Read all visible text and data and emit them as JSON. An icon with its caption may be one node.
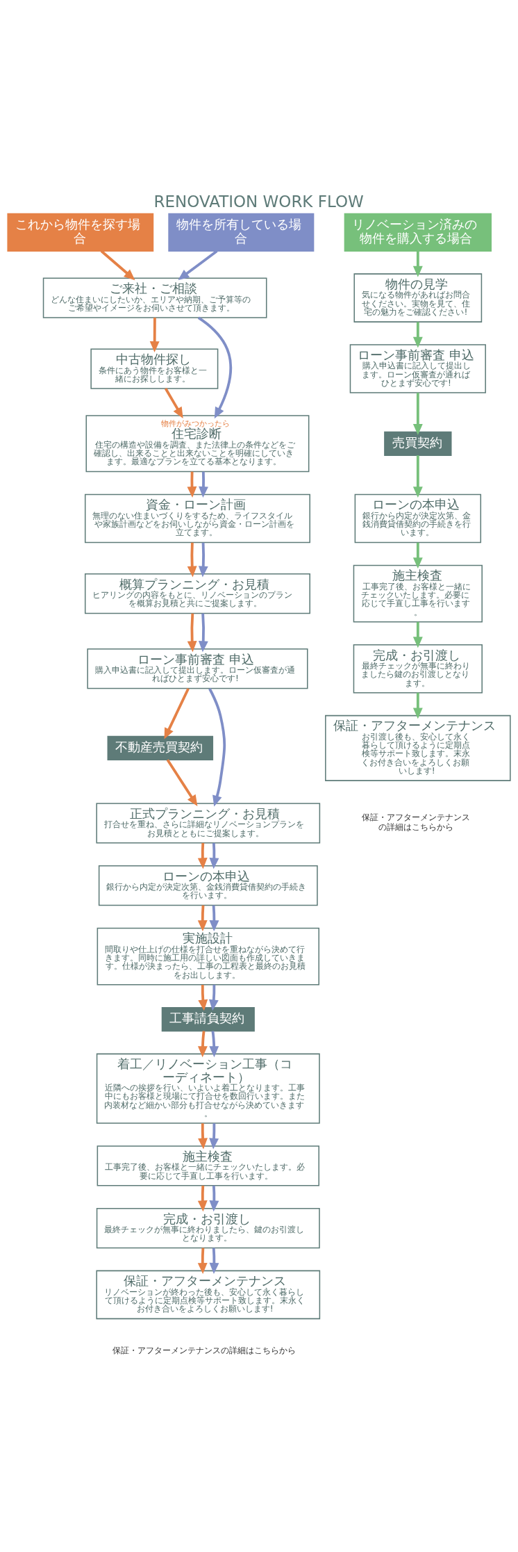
{
  "diagram": {
    "title": "RENOVATION WORK FLOW",
    "nodes": [
      {
        "text": [
          "これから物件を探す場合"
        ]
      },
      {
        "text": [
          "物件を所有している場合"
        ]
      },
      {
        "text": [
          "リノベーション済みの物件を購入する場合"
        ]
      },
      {
        "text": [
          "ご来社・ご相談",
          "どんな住まいにしたいか、エリアや納期、ご予算等のご希望やイメージをお伺いさせて頂きます。"
        ]
      },
      {
        "text": [
          "中古物件探し",
          "条件にあう物件をお客様と一緒にお探しします。"
        ]
      },
      {
        "text": [
          "物件がみつかったら",
          "住宅診断",
          "住宅の構造や設備を調査、また法律上の条件などをご確認し、出来ることと出来ないことを明確にしていきます。最適なプランを立てる基本となります。"
        ]
      },
      {
        "text": [
          "資金・ローン計画",
          "無理のない住まいづくりをするため、ライフスタイルや家族計画などをお伺いしながら資金・ローン計画を立てます。"
        ]
      },
      {
        "text": [
          "概算プランニング・お見積",
          "ヒアリングの内容をもとに、リノベーションのプランを概算お見積と共にご提案します。"
        ]
      },
      {
        "text": [
          "ローン事前審査 申込",
          "購入申込書に記入して提出します。ローン仮審査が通ればひとまず安心です!"
        ]
      },
      {
        "text": [
          "不動産売買契約"
        ]
      },
      {
        "text": [
          "正式プランニング・お見積",
          "打合せを重ね、さらに詳細なリノベーションプランをお見積とともにご提案します。"
        ]
      },
      {
        "text": [
          "ローンの本申込",
          "銀行から内定が決定次第、金銭消費貸借契約の手続きを行います。"
        ]
      },
      {
        "text": [
          "実施設計",
          "間取りや仕上げの仕様を打合せを重ねながら決めて行きます。同時に施工用の詳しい図面も作成していきます。仕様が決まったら、工事の工程表と最終のお見積をお出しします。"
        ]
      },
      {
        "text": [
          "工事請負契約"
        ]
      },
      {
        "text": [
          "着工／リノベーション工事（コーディネート）",
          "近隣への挨拶を行い、いよいよ着工となります。工事中にもお客様と現場にて打合せを数回行います。また内装材など細かい部分も打合せながら決めていきます。"
        ]
      },
      {
        "text": [
          "施主検査",
          "工事完了後、お客様と一緒にチェックいたします。必要に応じて手直し工事を行います。"
        ]
      },
      {
        "text": [
          "完成・お引渡し",
          "最終チェックが無事に終わりましたら、鍵のお引渡しとなります。"
        ]
      },
      {
        "text": [
          "保証・アフターメンテナンス",
          "リノベーションが終わった後も、安心して永く暮らして頂けるように定期点検等サポート致します。末永くお付き合いをよろしくお願いします!"
        ]
      },
      {
        "text": [
          "物件の見学",
          "気になる物件があればお問合せください。実物を見て、住宅の魅力をご確認ください!"
        ]
      },
      {
        "text": [
          "ローン事前審査 申込",
          "購入申込書に記入して提出します。ローン仮審査が通ればひとまず安心です!"
        ]
      },
      {
        "text": [
          "売買契約"
        ]
      },
      {
        "text": [
          "ローンの本申込",
          "銀行から内定が決定次第、金銭消費貸借契約の手続きを行います。"
        ]
      },
      {
        "text": [
          "施主検査",
          "工事完了後、お客様と一緒にチェックいたします。必要に応じて手直し工事を行います。"
        ]
      },
      {
        "text": [
          "完成・お引渡し",
          "最終チェックが無事に終わりましたら鍵のお引渡しとなります。"
        ]
      },
      {
        "text": [
          "保証・アフターメンテナンス",
          "お引渡し後も、安心して永く暮らして頂けるように定期点検等サポート致します。末永くお付き合いをよろしくお願いします!"
        ]
      }
    ],
    "edges": [
      {
        "from": 0,
        "to": 3,
        "arrow": "to",
        "color": "#e58146"
      },
      {
        "from": 1,
        "to": 3,
        "arrow": "to",
        "color": "#7f8ec7"
      },
      {
        "from": 2,
        "to": 18,
        "arrow": "to",
        "color": "#77c07b"
      },
      {
        "from": 3,
        "to": 4,
        "arrow": "to",
        "color": "#e58146"
      },
      {
        "from": 3,
        "to": 5,
        "arrow": "to",
        "color": "#7f8ec7"
      },
      {
        "from": 4,
        "to": 5,
        "arrow": "to",
        "color": "#e58146"
      },
      {
        "from": 5,
        "to": 6,
        "arrow": "to",
        "color": "#e58146"
      },
      {
        "from": 5,
        "to": 6,
        "arrow": "to",
        "color": "#7f8ec7"
      },
      {
        "from": 6,
        "to": 7,
        "arrow": "to",
        "color": "#e58146"
      },
      {
        "from": 6,
        "to": 7,
        "arrow": "to",
        "color": "#7f8ec7"
      },
      {
        "from": 7,
        "to": 8,
        "arrow": "to",
        "color": "#e58146"
      },
      {
        "from": 7,
        "to": 8,
        "arrow": "to",
        "color": "#7f8ec7"
      },
      {
        "from": 8,
        "to": 9,
        "arrow": "to",
        "color": "#e58146"
      },
      {
        "from": 8,
        "to": 10,
        "arrow": "to",
        "color": "#7f8ec7"
      },
      {
        "from": 9,
        "to": 10,
        "arrow": "to",
        "color": "#e58146"
      },
      {
        "from": 10,
        "to": 11,
        "arrow": "to",
        "color": "#e58146"
      },
      {
        "from": 10,
        "to": 11,
        "arrow": "to",
        "color": "#7f8ec7"
      },
      {
        "from": 11,
        "to": 12,
        "arrow": "to",
        "color": "#e58146"
      },
      {
        "from": 11,
        "to": 12,
        "arrow": "to",
        "color": "#7f8ec7"
      },
      {
        "from": 12,
        "to": 13,
        "arrow": "to",
        "color": "#e58146"
      },
      {
        "from": 12,
        "to": 13,
        "arrow": "to",
        "color": "#7f8ec7"
      },
      {
        "from": 13,
        "to": 14,
        "arrow": "to",
        "color": "#e58146"
      },
      {
        "from": 13,
        "to": 14,
        "arrow": "to",
        "color": "#7f8ec7"
      },
      {
        "from": 14,
        "to": 15,
        "arrow": "to",
        "color": "#e58146"
      },
      {
        "from": 14,
        "to": 15,
        "arrow": "to",
        "color": "#7f8ec7"
      },
      {
        "from": 15,
        "to": 16,
        "arrow": "to",
        "color": "#e58146"
      },
      {
        "from": 15,
        "to": 16,
        "arrow": "to",
        "color": "#7f8ec7"
      },
      {
        "from": 16,
        "to": 17,
        "arrow": "to",
        "color": "#e58146"
      },
      {
        "from": 16,
        "to": 17,
        "arrow": "to",
        "color": "#7f8ec7"
      },
      {
        "from": 18,
        "to": 19,
        "arrow": "to",
        "color": "#77c07b"
      },
      {
        "from": 19,
        "to": 20,
        "arrow": "to",
        "color": "#77c07b"
      },
      {
        "from": 20,
        "to": 21,
        "arrow": "to",
        "color": "#77c07b"
      },
      {
        "from": 21,
        "to": 22,
        "arrow": "to",
        "color": "#77c07b"
      },
      {
        "from": 22,
        "to": 23,
        "arrow": "to",
        "color": "#77c07b"
      },
      {
        "from": 23,
        "to": 24,
        "arrow": "to",
        "color": "#77c07b"
      }
    ],
    "labels": [
      "保証・アフターメンテナンスの詳細はこちらから",
      "保証・アフターメンテナンスの詳細はこちらから"
    ]
  }
}
